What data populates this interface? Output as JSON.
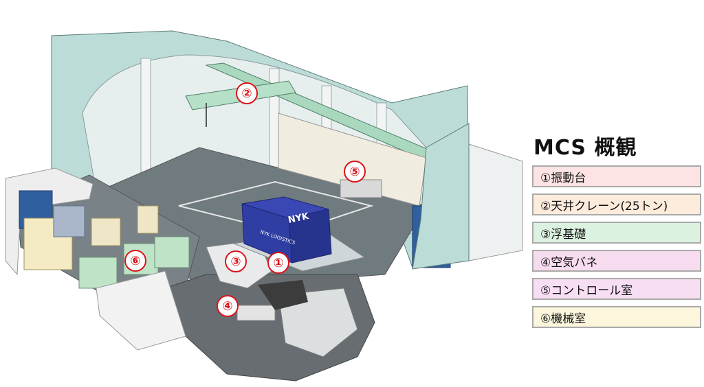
{
  "title": "MCS 概観",
  "container_label": "NYK",
  "container_sublabel": "NYK LOGISTICS",
  "legend": [
    {
      "number": "①",
      "label": "①振動台",
      "color": "#fde3e3"
    },
    {
      "number": "②",
      "label": "②天井クレーン(25トン)",
      "color": "#fdebdc"
    },
    {
      "number": "③",
      "label": "③浮基礎",
      "color": "#dcf2e1"
    },
    {
      "number": "④",
      "label": "④空気バネ",
      "color": "#f7dcef"
    },
    {
      "number": "⑤",
      "label": "⑤コントロール室",
      "color": "#f8def3"
    },
    {
      "number": "⑥",
      "label": "⑥機械室",
      "color": "#fbf6dc"
    }
  ]
}
